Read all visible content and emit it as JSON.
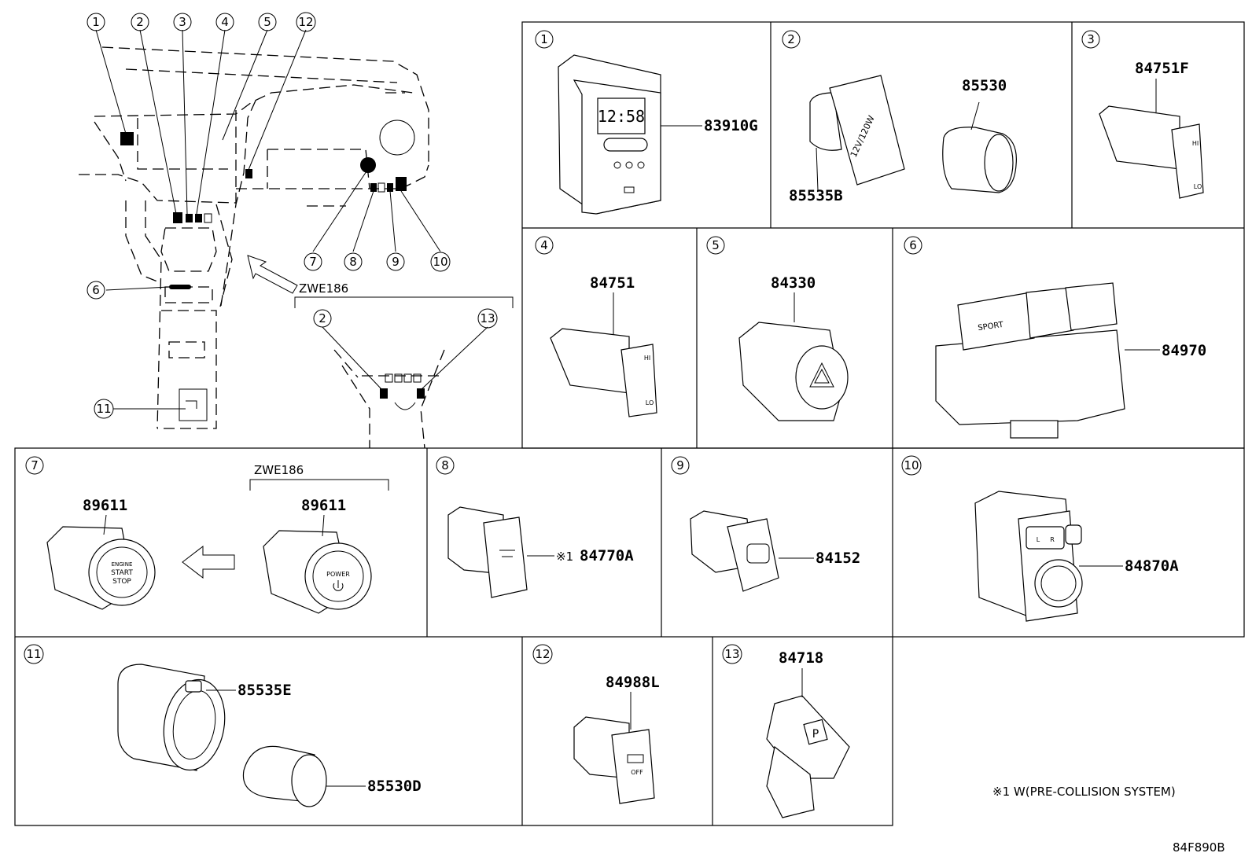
{
  "callouts": {
    "c1": "1",
    "c2": "2",
    "c3": "3",
    "c4": "4",
    "c5": "5",
    "c6": "6",
    "c7": "7",
    "c8": "8",
    "c9": "9",
    "c10": "10",
    "c11": "11",
    "c12": "12",
    "c13": "13"
  },
  "overview": {
    "variant_label": "ZWE186"
  },
  "panels": {
    "p1": {
      "part": "83910G",
      "clock": "12:58"
    },
    "p2": {
      "part_a": "85530",
      "part_b": "85535B",
      "socket_text": "12V/120W"
    },
    "p3": {
      "part": "84751F",
      "hi": "HI",
      "lo": "LO"
    },
    "p4": {
      "part": "84751",
      "hi": "HI",
      "lo": "LO"
    },
    "p5": {
      "part": "84330"
    },
    "p6": {
      "part": "84970",
      "sport": "SPORT"
    },
    "p7": {
      "part_a": "89611",
      "part_b": "89611",
      "variant_label": "ZWE186",
      "btn_a": [
        "ENGINE",
        "START",
        "STOP"
      ],
      "btn_b": "POWER"
    },
    "p8": {
      "part": "84770A",
      "note_mark": "※1"
    },
    "p9": {
      "part": "84152"
    },
    "p10": {
      "part": "84870A",
      "l": "L",
      "r": "R"
    },
    "p11": {
      "part_a": "85535E",
      "part_b": "85530D"
    },
    "p12": {
      "part": "84988L",
      "off": "OFF"
    },
    "p13": {
      "part": "84718",
      "p": "P"
    }
  },
  "footnote": "※1 W(PRE-COLLISION SYSTEM)",
  "drawing_code": "84F890B",
  "icons": [
    "hazard-triangle-icon",
    "power-icon",
    "parking-p-icon",
    "arrow-left-icon",
    "mirror-joystick-icon"
  ]
}
